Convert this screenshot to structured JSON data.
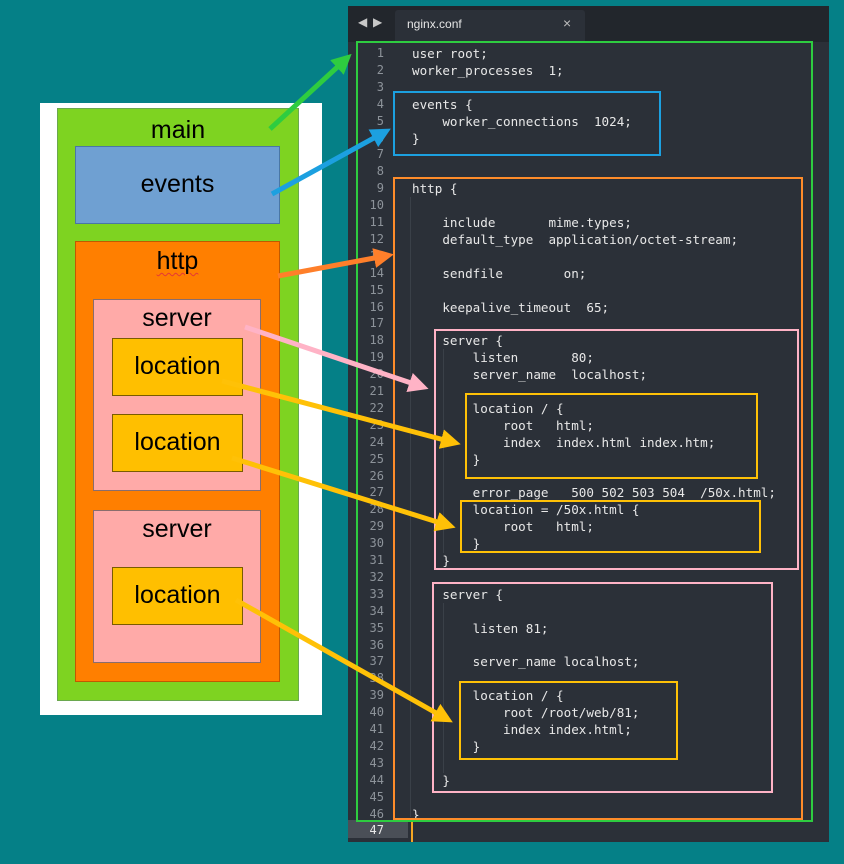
{
  "diagram": {
    "main": "main",
    "events": "events",
    "http": "http",
    "servers": [
      {
        "label": "server",
        "locations": [
          "location",
          "location"
        ]
      },
      {
        "label": "server",
        "locations": [
          "location"
        ]
      }
    ]
  },
  "editor": {
    "tab_title": "nginx.conf",
    "tab_close": "×",
    "nav_back": "◀",
    "nav_forward": "▶",
    "code_lines": [
      {
        "n": "1",
        "text": "user root;"
      },
      {
        "n": "2",
        "text": "worker_processes  1;"
      },
      {
        "n": "3",
        "text": ""
      },
      {
        "n": "4",
        "text": "events {"
      },
      {
        "n": "5",
        "text": "    worker_connections  1024;"
      },
      {
        "n": "6",
        "text": "}"
      },
      {
        "n": "7",
        "text": ""
      },
      {
        "n": "8",
        "text": ""
      },
      {
        "n": "9",
        "text": "http {"
      },
      {
        "n": "10",
        "text": ""
      },
      {
        "n": "11",
        "text": "    include       mime.types;"
      },
      {
        "n": "12",
        "text": "    default_type  application/octet-stream;"
      },
      {
        "n": "13",
        "text": ""
      },
      {
        "n": "14",
        "text": "    sendfile        on;"
      },
      {
        "n": "15",
        "text": ""
      },
      {
        "n": "16",
        "text": "    keepalive_timeout  65;"
      },
      {
        "n": "17",
        "text": ""
      },
      {
        "n": "18",
        "text": "    server {"
      },
      {
        "n": "19",
        "text": "        listen       80;"
      },
      {
        "n": "20",
        "text": "        server_name  localhost;"
      },
      {
        "n": "21",
        "text": ""
      },
      {
        "n": "22",
        "text": "        location / {"
      },
      {
        "n": "23",
        "text": "            root   html;"
      },
      {
        "n": "24",
        "text": "            index  index.html index.htm;"
      },
      {
        "n": "25",
        "text": "        }"
      },
      {
        "n": "26",
        "text": ""
      },
      {
        "n": "27",
        "text": "        error_page   500 502 503 504  /50x.html;"
      },
      {
        "n": "28",
        "text": "        location = /50x.html {"
      },
      {
        "n": "29",
        "text": "            root   html;"
      },
      {
        "n": "30",
        "text": "        }"
      },
      {
        "n": "31",
        "text": "    }"
      },
      {
        "n": "32",
        "text": ""
      },
      {
        "n": "33",
        "text": "    server {"
      },
      {
        "n": "34",
        "text": ""
      },
      {
        "n": "35",
        "text": "        listen 81;"
      },
      {
        "n": "36",
        "text": ""
      },
      {
        "n": "37",
        "text": "        server_name localhost;"
      },
      {
        "n": "38",
        "text": ""
      },
      {
        "n": "39",
        "text": "        location / {"
      },
      {
        "n": "40",
        "text": "            root /root/web/81;"
      },
      {
        "n": "41",
        "text": "            index index.html;"
      },
      {
        "n": "42",
        "text": "        }"
      },
      {
        "n": "43",
        "text": ""
      },
      {
        "n": "44",
        "text": "    }"
      },
      {
        "n": "45",
        "text": ""
      },
      {
        "n": "46",
        "text": "}"
      },
      {
        "n": "47",
        "text": ""
      }
    ]
  },
  "colors": {
    "background": "#058087",
    "main": "#7ed321",
    "events": "#6fa0d2",
    "http": "#ff7f00",
    "server": "#ffaaa8",
    "location": "#ffbf00",
    "frame_main": "#2ecc40",
    "frame_events": "#1ca0e0",
    "frame_http": "#ff8c2a",
    "frame_server": "#ffb3c6",
    "frame_location": "#ffc107"
  }
}
